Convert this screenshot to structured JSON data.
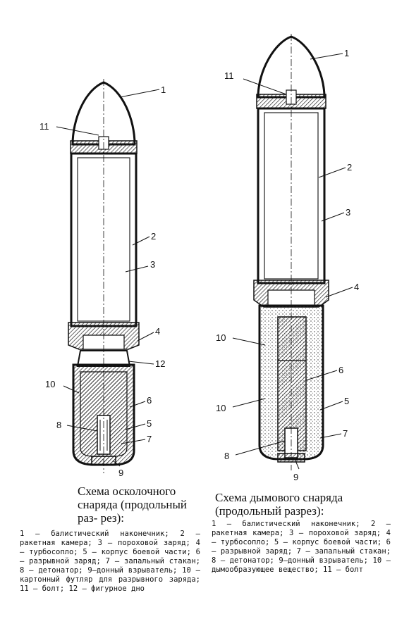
{
  "left": {
    "caption_title": "Схема осколочного снаряда (продольный раз- рез):",
    "legend": "1 — балистический наконечник; 2 — ракетная камера; 3 — пороховой заряд; 4 — турбосопло; 5 — корпус боевой части; 6 — разрывной заряд; 7 — запальный стакан; 8 — детонатор; 9—донный взрыватель; 10 — картонный футляр для разрывного заряда; 11 — болт; 12 — фигурное дно",
    "labels": [
      "1",
      "11",
      "2",
      "3",
      "4",
      "12",
      "10",
      "6",
      "8",
      "5",
      "7",
      "9"
    ]
  },
  "right": {
    "caption_title": "Схема дымового снаряда (продольный разрез):",
    "legend": "1 — балистический наконечник; 2 — ракетная камера; 3 — пороховой заряд; 4 — турбосопло; 5 — корпус боевой части; 6 — разрывной заряд; 7 — запальный стакан; 8 — детонатор; 9—донный взрыватель; 10 — дымообразующее вещество; 11 — болт",
    "labels": [
      "1",
      "11",
      "2",
      "3",
      "4",
      "10",
      "6",
      "10",
      "5",
      "8",
      "7",
      "9"
    ]
  }
}
